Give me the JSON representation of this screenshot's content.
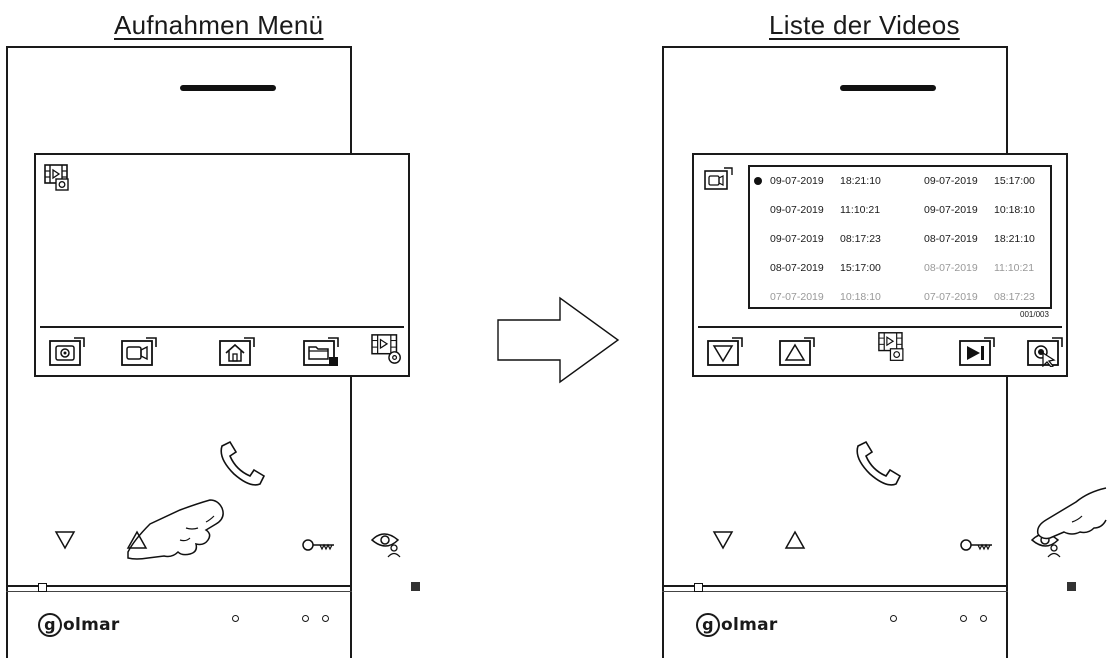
{
  "left_panel": {
    "title": "Aufnahmen Menü",
    "menu_icons": [
      "camera-icon",
      "video-camera-icon",
      "home-icon",
      "folder-sd-icon",
      "video-settings-icon"
    ],
    "header_icon": "video-gallery-icon",
    "buttons": [
      "down-triangle-icon",
      "up-triangle-icon",
      "key-icon",
      "eye-user-icon"
    ],
    "logo": "olmar",
    "logo_initial": "g"
  },
  "right_panel": {
    "title": "Liste der Videos",
    "header_icon": "video-camera-icon",
    "video_list": [
      {
        "date": "09-07-2019",
        "time": "18:21:10",
        "selected": true,
        "dim": false
      },
      {
        "date": "09-07-2019",
        "time": "15:17:00",
        "selected": false,
        "dim": false
      },
      {
        "date": "09-07-2019",
        "time": "11:10:21",
        "selected": false,
        "dim": false
      },
      {
        "date": "09-07-2019",
        "time": "10:18:10",
        "selected": false,
        "dim": false
      },
      {
        "date": "09-07-2019",
        "time": "08:17:23",
        "selected": false,
        "dim": false
      },
      {
        "date": "08-07-2019",
        "time": "18:21:10",
        "selected": false,
        "dim": false
      },
      {
        "date": "08-07-2019",
        "time": "15:17:00",
        "selected": false,
        "dim": false
      },
      {
        "date": "08-07-2019",
        "time": "11:10:21",
        "selected": false,
        "dim": true
      },
      {
        "date": "07-07-2019",
        "time": "10:18:10",
        "selected": false,
        "dim": true
      },
      {
        "date": "07-07-2019",
        "time": "08:17:23",
        "selected": false,
        "dim": true
      }
    ],
    "page_counter": "001/003",
    "menu_icons": [
      "down-triangle-icon",
      "up-triangle-icon",
      "video-gallery-icon",
      "play-next-icon",
      "touch-select-icon"
    ],
    "buttons": [
      "down-triangle-icon",
      "up-triangle-icon",
      "key-icon",
      "eye-user-icon"
    ],
    "logo": "olmar",
    "logo_initial": "g"
  },
  "arrow": "right-arrow"
}
